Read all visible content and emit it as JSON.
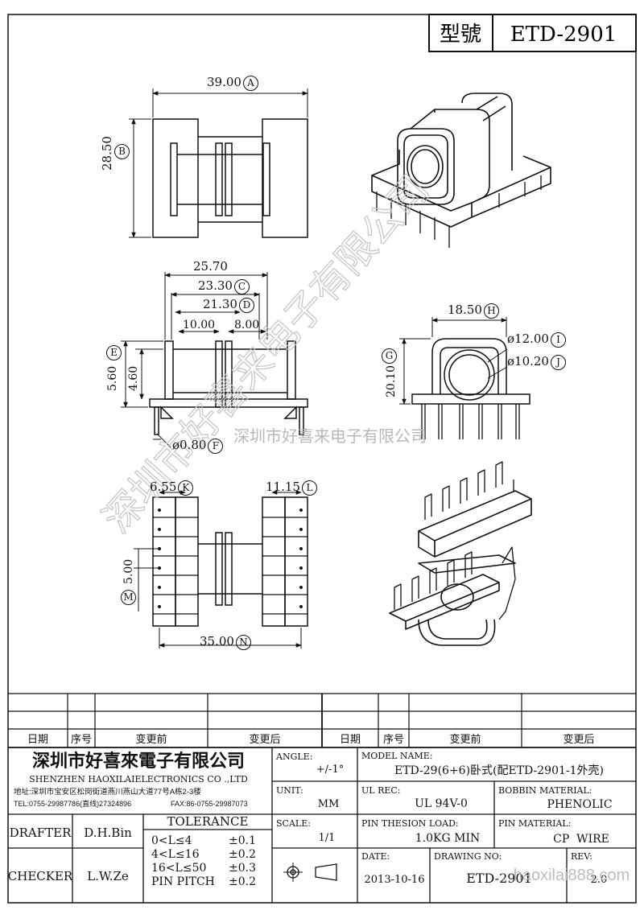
{
  "header": {
    "model_label": "型號",
    "model_value": "ETD-2901"
  },
  "dimensions": {
    "top_width": "39.00",
    "top_width_tag": "A",
    "top_height": "28.50",
    "top_height_tag": "B",
    "front_overall": "25.70",
    "front_c": "23.30",
    "front_c_tag": "C",
    "front_d": "21.30",
    "front_d_tag": "D",
    "front_left_slot": "10.00",
    "front_right_slot": "8.00",
    "front_height_e": "5.60",
    "front_height_e_tag": "E",
    "front_height_inner": "4.60",
    "pin_diameter": "ø0.80",
    "pin_diameter_tag": "F",
    "side_width": "18.50",
    "side_width_tag": "H",
    "side_height": "20.10",
    "side_height_tag": "G",
    "hole_outer": "ø12.00",
    "hole_outer_tag": "I",
    "hole_inner": "ø10.20",
    "hole_inner_tag": "J",
    "bottom_left": "6.55",
    "bottom_left_tag": "K",
    "bottom_right": "11.15",
    "bottom_right_tag": "L",
    "pin_pitch": "5.00",
    "pin_pitch_tag": "M",
    "bottom_width": "35.00",
    "bottom_width_tag": "N"
  },
  "watermarks": {
    "diagonal": "深圳市好喜来电子有限公司",
    "center": "深圳市好喜来电子有限公司",
    "url": "haoxilai888.com"
  },
  "revision_table": {
    "headers_left": [
      "日期",
      "序号",
      "变更前",
      "变更后"
    ],
    "headers_right": [
      "日期",
      "序号",
      "变更前",
      "变更后"
    ]
  },
  "title_block": {
    "company_cn": "深圳市好喜來電子有限公司",
    "company_en": "SHENZHEN HAOXILAIELECTRONICS CO .,LTD",
    "address": "地址:深圳市宝安区松岗街道燕川燕山大道77号A栋2-3楼",
    "tel": "TEL:0755-29987786(直线)27324896",
    "fax": "FAX:86-0755-29987073",
    "drafter_label": "DRAFTER",
    "drafter": "D.H.Bin",
    "checker_label": "CHECKER",
    "checker": "L.W.Ze",
    "tolerance_label": "TOLERANCE",
    "tolerances": [
      {
        "range": "0<L≤4",
        "value": "±0.1"
      },
      {
        "range": "4<L≤16",
        "value": "±0.2"
      },
      {
        "range": "16<L≤50",
        "value": "±0.3"
      },
      {
        "range": "PIN PITCH",
        "value": "±0.2"
      }
    ],
    "angle_label": "ANGLE:",
    "angle": "+/-1°",
    "unit_label": "UNIT:",
    "unit": "MM",
    "scale_label": "SCALE:",
    "scale": "1/1",
    "model_name_label": "MODEL NAME:",
    "model_name": "ETD-29(6+6)卧式(配ETD-2901-1外壳)",
    "ul_rec_label": "UL REC:",
    "ul_rec": "UL 94V-0",
    "bobbin_material_label": "BOBBIN MATERIAL:",
    "bobbin_material": "PHENOLIC",
    "pin_tension_label": "PIN THESION LOAD:",
    "pin_tension": "1.0KG MIN",
    "pin_material_label": "PIN MATERIAL:",
    "pin_material": "CP  WIRE",
    "date_label": "DATE:",
    "date": "2013-10-16",
    "drawing_no_label": "DRAWING NO:",
    "drawing_no": "ETD-2901",
    "rev_label": "REV:",
    "rev": "2.0"
  }
}
